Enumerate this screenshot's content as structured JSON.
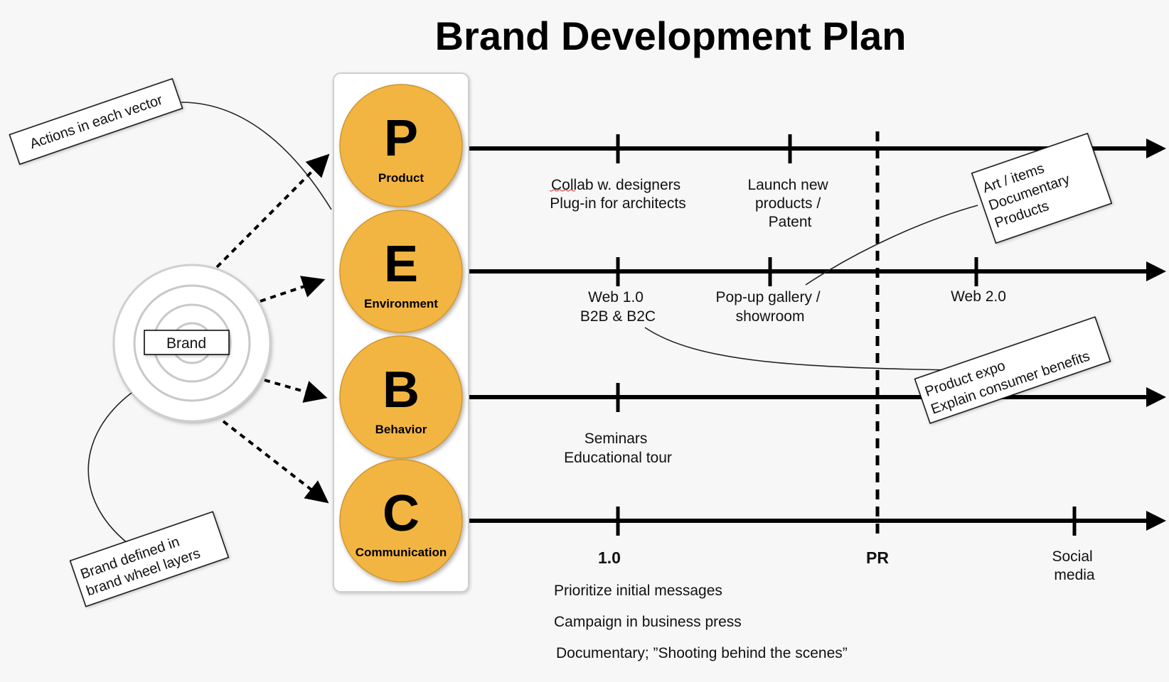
{
  "title": "Brand Development Plan",
  "brand": {
    "label": "Brand"
  },
  "vectors": [
    {
      "letter": "P",
      "name": "Product"
    },
    {
      "letter": "E",
      "name": "Environment"
    },
    {
      "letter": "B",
      "name": "Behavior"
    },
    {
      "letter": "C",
      "name": "Communication"
    }
  ],
  "product_items": [
    {
      "lines": [
        "Collab w. designers",
        "Plug-in for architects"
      ]
    },
    {
      "lines": [
        "Launch new",
        "products /",
        "Patent"
      ]
    }
  ],
  "environment_items": [
    {
      "lines": [
        "Web 1.0",
        "B2B & B2C"
      ]
    },
    {
      "lines": [
        "Pop-up gallery /",
        "showroom"
      ]
    },
    {
      "lines": [
        "Web 2.0"
      ]
    }
  ],
  "behavior_items": [
    {
      "lines": [
        "Seminars",
        "Educational tour"
      ]
    }
  ],
  "communication_labels": {
    "first": "1.0",
    "pr": "PR",
    "social": [
      "Social",
      "media"
    ]
  },
  "communication_notes": [
    "Prioritize initial messages",
    "Campaign in business press",
    "Documentary; ”Shooting behind the scenes”"
  ],
  "callouts": {
    "actions": [
      "Actions in each vector"
    ],
    "brand_defined": [
      "Brand defined in",
      "brand wheel layers"
    ],
    "art_items": [
      "Art / items",
      "Documentary",
      "Products"
    ],
    "product_expo": [
      "Product expo",
      "Explain consumer benefits"
    ]
  },
  "colors": {
    "circle_fill": "#f3b543",
    "background": "#f7f7f7",
    "panel": "#ffffff"
  }
}
